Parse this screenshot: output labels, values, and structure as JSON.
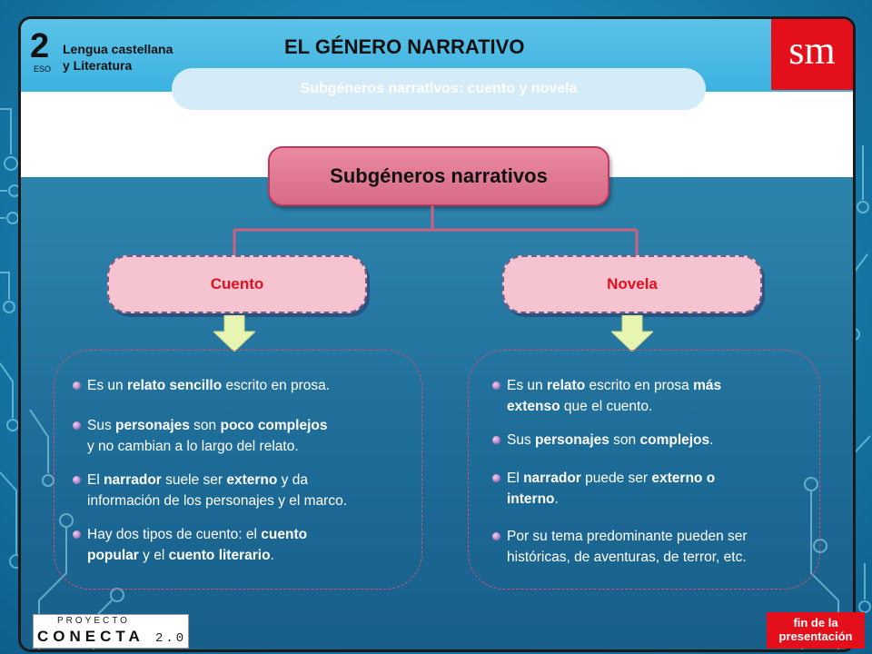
{
  "header": {
    "grade_number": "2",
    "grade_level": "ESO",
    "subject_line1": "Lengua castellana",
    "subject_line2": "y Literatura",
    "title": "EL GÉNERO NARRATIVO",
    "publisher_logo": "sm",
    "subtitle": "Subgéneros narrativos: cuento y novela"
  },
  "diagram": {
    "root": "Subgéneros narrativos",
    "left": {
      "label": "Cuento",
      "items": [
        {
          "parts": [
            [
              "Es un ",
              false
            ],
            [
              "relato sencillo",
              true
            ],
            [
              " escrito en prosa.",
              false
            ]
          ]
        },
        {
          "parts": [
            [
              "Sus ",
              false
            ],
            [
              "personajes",
              true
            ],
            [
              " son ",
              false
            ],
            [
              "poco complejos",
              true
            ],
            [
              "\ny no cambian a lo largo del relato.",
              false
            ]
          ]
        },
        {
          "parts": [
            [
              "El ",
              false
            ],
            [
              "narrador",
              true
            ],
            [
              " suele ser ",
              false
            ],
            [
              "externo",
              true
            ],
            [
              " y da\ninformación de los personajes y el marco.",
              false
            ]
          ]
        },
        {
          "parts": [
            [
              "Hay dos tipos de cuento: el ",
              false
            ],
            [
              "cuento\npopular",
              true
            ],
            [
              " y el ",
              false
            ],
            [
              "cuento literario",
              true
            ],
            [
              ".",
              false
            ]
          ]
        }
      ]
    },
    "right": {
      "label": "Novela",
      "items": [
        {
          "parts": [
            [
              "Es un ",
              false
            ],
            [
              "relato",
              true
            ],
            [
              " escrito en prosa ",
              false
            ],
            [
              "más\nextenso",
              true
            ],
            [
              " que el cuento.",
              false
            ]
          ]
        },
        {
          "parts": [
            [
              "Sus ",
              false
            ],
            [
              "personajes",
              true
            ],
            [
              " son ",
              false
            ],
            [
              "complejos",
              true
            ],
            [
              ".",
              false
            ]
          ]
        },
        {
          "parts": [
            [
              "El ",
              false
            ],
            [
              "narrador",
              true
            ],
            [
              " puede ser ",
              false
            ],
            [
              "externo o\ninterno",
              true
            ],
            [
              ".",
              false
            ]
          ]
        },
        {
          "parts": [
            [
              "Por su tema predominante pueden ser\nhistóricas, de aventuras, de terror, etc.",
              false
            ]
          ]
        }
      ]
    }
  },
  "footer": {
    "conecta_top": "PROYECTO",
    "conecta_main": "CONECTA",
    "conecta_version": "2.0",
    "end_button_line1": "fin de la",
    "end_button_line2": "presentación"
  },
  "colors": {
    "accent_red": "#e3101c",
    "root_box": "#d86b87",
    "category_box": "#f5c4d0",
    "category_text": "#e3101c",
    "arrow": "#e8f5b0"
  }
}
